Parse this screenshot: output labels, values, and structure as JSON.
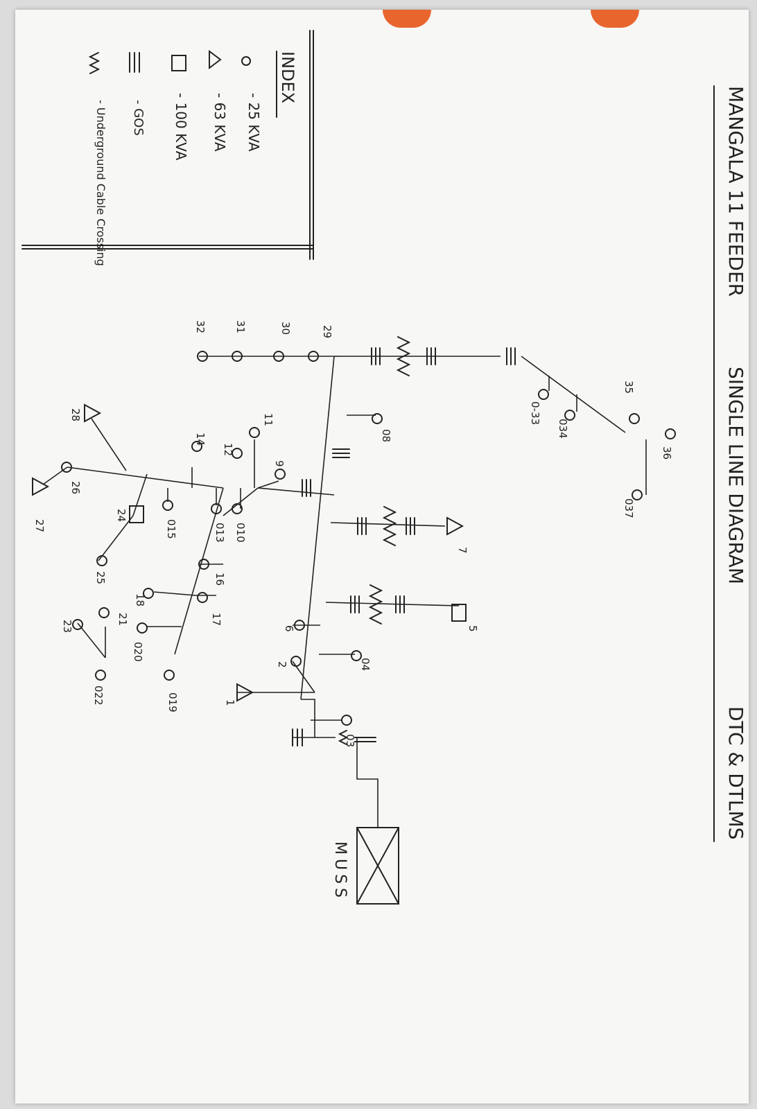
{
  "title": {
    "part1": "MANGALA 11 FEEDER",
    "part2": "SINGLE LINE DIAGRAM",
    "part3": "DTC & DTLMS"
  },
  "substation_label": "MUSS",
  "index": {
    "heading": "INDEX",
    "items": [
      {
        "symbol": "circle",
        "text": "- 25 KVA"
      },
      {
        "symbol": "triangle",
        "text": "- 63 KVA"
      },
      {
        "symbol": "square",
        "text": "- 100 KVA"
      },
      {
        "symbol": "triple-line",
        "text": "- GOS"
      },
      {
        "symbol": "zigzag",
        "text": "- Underground Cable Crossing"
      }
    ]
  },
  "nodes": [
    "1",
    "2",
    "03",
    "04",
    "5",
    "6",
    "7",
    "08",
    "9",
    "010",
    "11",
    "12",
    "013",
    "14",
    "015",
    "16",
    "17",
    "18",
    "019",
    "020",
    "21",
    "022",
    "23",
    "24",
    "25",
    "26",
    "27",
    "28",
    "29",
    "30",
    "31",
    "32",
    "0-33",
    "034",
    "35",
    "36",
    "037"
  ]
}
